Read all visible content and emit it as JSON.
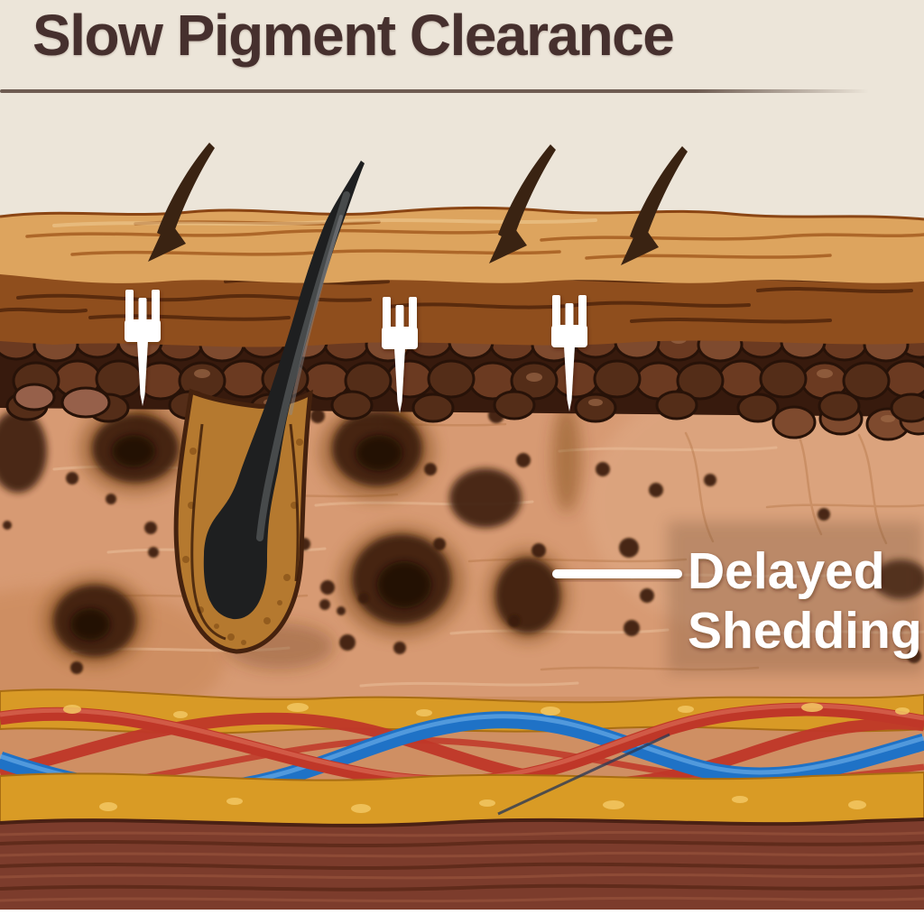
{
  "title": "Slow Pigment Clearance",
  "annotation": {
    "line1": "Delayed",
    "line2": "Shedding"
  },
  "markers": {
    "penetration_arrows": 3,
    "retention_fork_marks": 3
  },
  "colors": {
    "background": "#ece5d9",
    "title_text": "#46302e",
    "divider": "#6e5c52",
    "corneum_light": "#dda45e",
    "corneum_streak": "#a55d20",
    "corneum_highlight": "#f2cf9a",
    "surface_outline": "#8a4514",
    "epidermis_dark": "#8f4e1d",
    "epidermis_crack": "#55280c",
    "basal_bg": "#371a0d",
    "stone_a": "#6b3a21",
    "stone_b": "#7e4a2e",
    "stone_c": "#542d18",
    "stone_highlight": "#a06c49",
    "dermis": "#d79a73",
    "dermis_light": "#ecc29e",
    "dermis_dark": "#b0713f",
    "pigment": "#3a1e07",
    "pigment_core": "#1f0e02",
    "pigment_soft": "#7a4612",
    "sheath": "#b5792f",
    "sheath_outline": "#45220e",
    "hair": "#1e1f20",
    "hair_highlight": "#6a6d70",
    "fat_yellow": "#d99b25",
    "fat_speckle": "#f2c763",
    "fat_edge": "#a86d12",
    "hypodermis_bg": "#cf8f63",
    "artery_red": "#bf3728",
    "artery_highlight": "#d96a52",
    "vein_blue": "#1f72c6",
    "vein_highlight": "#66aae6",
    "filament": "#2c3a55",
    "muscle": "#7c3c2c",
    "muscle_dark": "#5a2817",
    "muscle_light": "#9a563e",
    "muscle_edge": "#4a2114",
    "marker_white": "#ffffff",
    "label_text": "#ffffff",
    "label_backdrop": "#6b4a33",
    "arrow": "#3a2312",
    "bottom_margin": "#ffffff"
  }
}
